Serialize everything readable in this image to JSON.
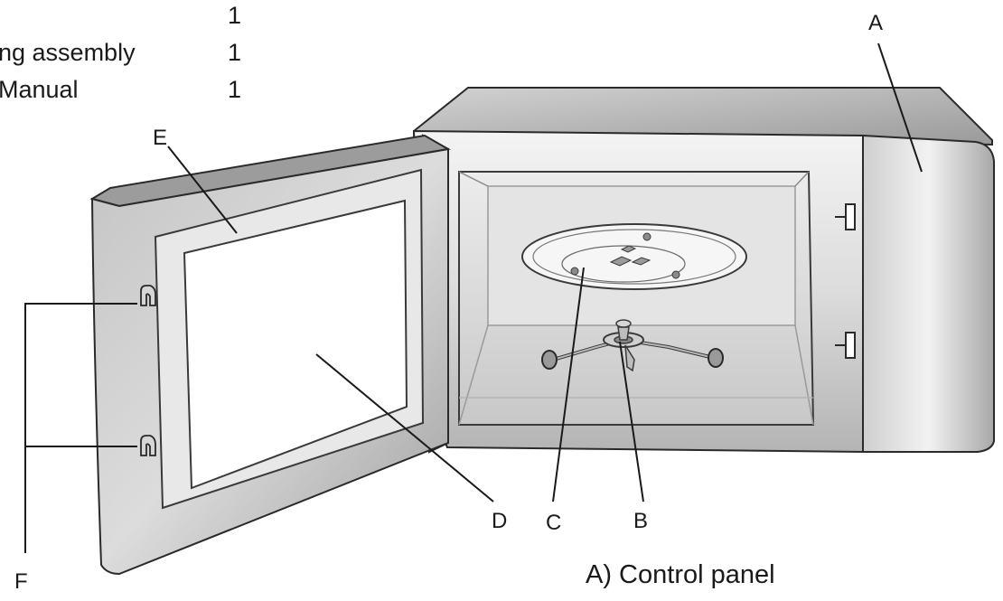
{
  "parts_list": [
    {
      "name": "",
      "qty": "1"
    },
    {
      "name": "ng assembly",
      "qty": "1"
    },
    {
      "name": "Manual",
      "qty": "1"
    }
  ],
  "labels": {
    "a": "A",
    "b": "B",
    "c": "C",
    "d": "D",
    "e": "E",
    "f": "F"
  },
  "caption": "A) Control panel",
  "colors": {
    "outline": "#2a2a2a",
    "body_light": "#e6e6e6",
    "body_mid": "#c4c4c4",
    "body_dark": "#8a8a8a",
    "cavity": "#dedede",
    "window": "#ffffff"
  }
}
